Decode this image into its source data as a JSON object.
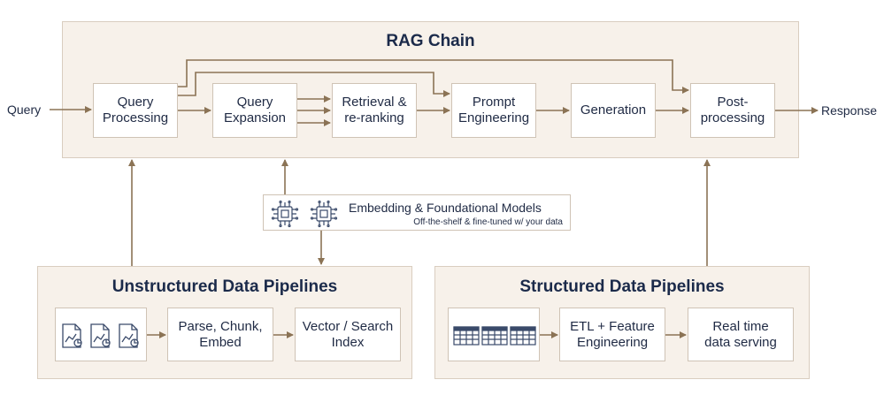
{
  "query_label": "Query",
  "response_label": "Response",
  "rag_chain": {
    "title": "RAG Chain",
    "steps": {
      "query_processing": "Query\nProcessing",
      "query_expansion": "Query\nExpansion",
      "retrieval": "Retrieval &\nre-ranking",
      "prompt_engineering": "Prompt\nEngineering",
      "generation": "Generation",
      "post_processing": "Post-\nprocessing"
    }
  },
  "models": {
    "title": "Embedding & Foundational Models",
    "subtitle": "Off-the-shelf & fine-tuned w/ your data",
    "icons": [
      "chip-icon",
      "chip-icon"
    ]
  },
  "unstructured": {
    "title": "Unstructured Data Pipelines",
    "icons": [
      "document-chart-icon",
      "document-chart-icon",
      "document-chart-icon"
    ],
    "parse": "Parse, Chunk,\nEmbed",
    "index": "Vector / Search\nIndex"
  },
  "structured": {
    "title": "Structured Data Pipelines",
    "icons": [
      "table-icon",
      "table-icon",
      "table-icon"
    ],
    "etl": "ETL + Feature\nEngineering",
    "serving": "Real time\ndata serving"
  },
  "colors": {
    "panel_bg": "#f7f1ea",
    "panel_border": "#d9cdbf",
    "arrow": "#8b7355",
    "text": "#1f2a44"
  }
}
